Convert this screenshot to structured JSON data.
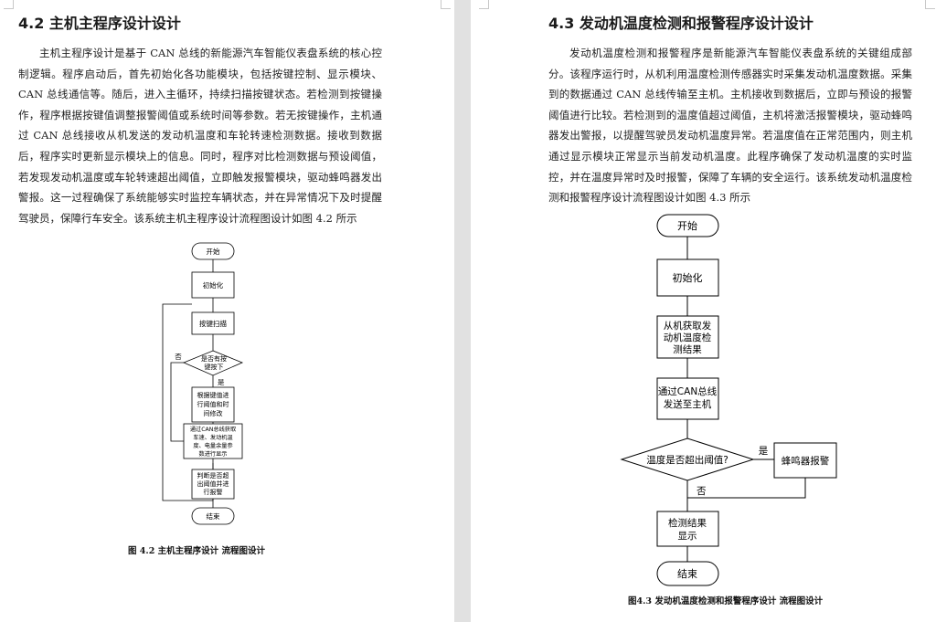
{
  "left": {
    "heading": "4.2 主机主程序设计设计",
    "paragraph": "主机主程序设计是基于 CAN 总线的新能源汽车智能仪表盘系统的核心控制逻辑。程序启动后，首先初始化各功能模块，包括按键控制、显示模块、CAN 总线通信等。随后，进入主循环，持续扫描按键状态。若检测到按键操作，程序根据按键值调整报警阈值或系统时间等参数。若无按键操作，主机通过 CAN 总线接收从机发送的发动机温度和车轮转速检测数据。接收到数据后，程序实时更新显示模块上的信息。同时，程序对比检测数据与预设阈值，若发现发动机温度或车轮转速超出阈值，立即触发报警模块，驱动蜂鸣器发出警报。这一过程确保了系统能够实时监控车辆状态，并在异常情况下及时提醒驾驶员，保障行车安全。该系统主机主程序设计流程图设计如图 4.2 所示",
    "flowchart": {
      "start": "开始",
      "init": "初始化",
      "scan": "按键扫描",
      "decision": [
        "是否有按",
        "键按下"
      ],
      "yes": "是",
      "no": "否",
      "adjust": [
        "根据键值进",
        "行阈值和时",
        "间修改"
      ],
      "receive": [
        "通过CAN总线获取",
        "车速、发动机温",
        "度、电量余量参",
        "数进行显示"
      ],
      "judge": [
        "判断是否超",
        "出阈值并进",
        "行报警"
      ],
      "end": "结束"
    },
    "caption": "图 4.2 主机主程序设计 流程图设计"
  },
  "right": {
    "heading": "4.3 发动机温度检测和报警程序设计设计",
    "paragraph": "发动机温度检测和报警程序是新能源汽车智能仪表盘系统的关键组成部分。该程序运行时，从机利用温度检测传感器实时采集发动机温度数据。采集到的数据通过 CAN 总线传输至主机。主机接收到数据后，立即与预设的报警阈值进行比较。若检测到的温度值超过阈值，主机将激活报警模块，驱动蜂鸣器发出警报，以提醒驾驶员发动机温度异常。若温度值在正常范围内，则主机通过显示模块正常显示当前发动机温度。此程序确保了发动机温度的实时监控，并在温度异常时及时报警，保障了车辆的安全运行。该系统发动机温度检测和报警程序设计流程图设计如图 4.3 所示",
    "flowchart": {
      "start": "开始",
      "init": "初始化",
      "acquire": [
        "从机获取发",
        "动机温度检",
        "测结果"
      ],
      "send": [
        "通过CAN总线",
        "发送至主机"
      ],
      "decision": "温度是否超出阈值?",
      "yes": "是",
      "no": "否",
      "alarm": "蜂鸣器报警",
      "result": [
        "检测结果",
        "显示"
      ],
      "end": "结束"
    },
    "caption": "图4.3 发动机温度检测和报警程序设计 流程图设计"
  },
  "colors": {
    "viewer_bg": "#e9e9e9",
    "page": "#ffffff",
    "text": "#1f1f1f",
    "line": "#000000"
  }
}
